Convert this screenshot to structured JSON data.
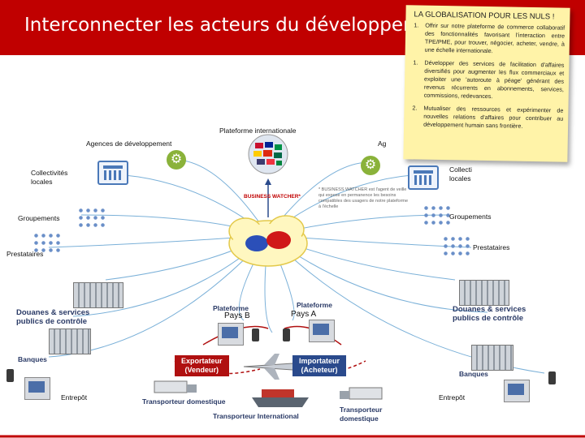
{
  "title": "Interconnecter les acteurs du développement",
  "note": {
    "title": "LA GLOBALISATION POUR LES NULS !",
    "items": [
      {
        "num": "1.",
        "text": "Offrir sur notre plateforme de commerce collaboratif des fonctionnalités favorisant l'interaction entre TPE/PME, pour trouver, négocier, acheter, vendre, à une échelle internationale."
      },
      {
        "num": "1.",
        "text": "Développer des services de facilitation d'affaires diversifiés pour augmenter les flux commerciaux et exploiter une 'autoroute à péage' générant des revenus récurrents en abonnements, services, commissions, redevances."
      },
      {
        "num": "2.",
        "text": "Mutualiser des ressources et expérimenter de nouvelles relations d'affaires pour contribuer au développement humain sans frontière."
      }
    ]
  },
  "labels": {
    "plateforme_internationale": "Plateforme internationale",
    "agences_left": "Agences de développement",
    "agences_right": "Ag",
    "collectivites_left": "Collectivités\nlocales",
    "collectivites_right": "Collecti\nlocales",
    "groupements_left": "Groupements",
    "groupements_right": "Groupements",
    "prestataires_left": "Prestataires",
    "prestataires_right": "Prestataires",
    "business_watcher": "BUSINESS WATCHER*",
    "business_watcher_note": "* BUSINESS WATCHER est l'agent de veille qui expose en permanence les besoins compatibles des usagers de notre plateforme à l'échelle",
    "douanes_left": "Douanes & services\npublics de contrôle",
    "douanes_right": "Douanes & services\npublics de contrôle",
    "plateforme_pays_b": "Plateforme",
    "pays_b": "Pays B",
    "plateforme_pays_a": "Plateforme",
    "pays_a": "Pays A",
    "banques_left": "Banques",
    "banques_right": "Banques",
    "exportateur": "Exportateur\n(Vendeur)",
    "importateur": "Importateur\n(Acheteur)",
    "entrepot_left": "Entrepôt",
    "entrepot_right": "Entrepôt",
    "transporteur_domestique_left": "Transporteur domestique",
    "transporteur_international": "Transporteur International",
    "transporteur_domestique_right": "Transporteur\ndomestique"
  },
  "colors": {
    "title_bar": "#c00000",
    "note_bg": "#fff3a8",
    "export_banner": "#b01010",
    "import_banner": "#2a4a8c",
    "link_lines": "#7ab0d8",
    "gear": "#8ab23a"
  }
}
